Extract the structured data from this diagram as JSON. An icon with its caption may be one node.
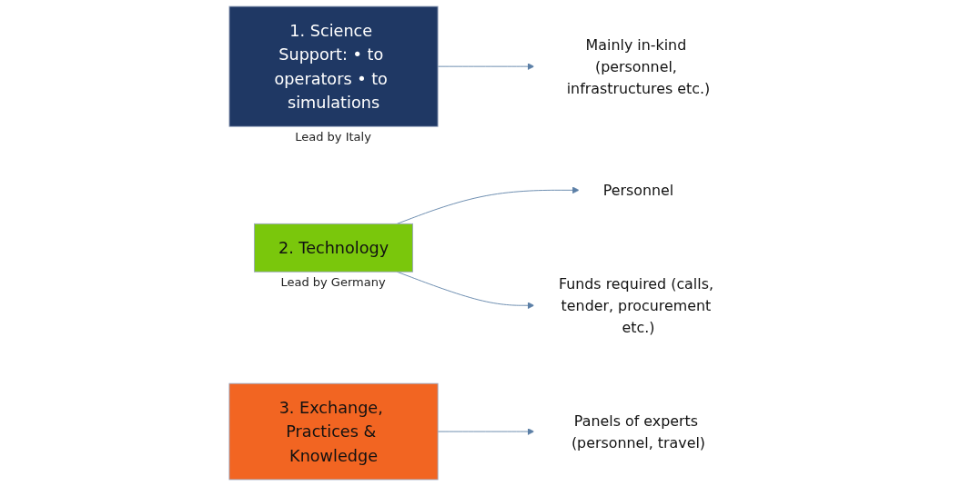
{
  "diagram": {
    "nodes": [
      {
        "text": [
          "1. Science Support: • to operators • to simulations"
        ],
        "beside": [
          "Lead by Italy"
        ]
      },
      {
        "text": [
          "Mainly in-kind (personnel, infrastructures etc.)"
        ]
      },
      {
        "text": [
          "2. Technology"
        ],
        "beside": [
          "Lead by Germany"
        ]
      },
      {
        "text": [
          "Personnel"
        ]
      },
      {
        "text": [
          "Funds required (calls, tender, procurement etc.)"
        ]
      },
      {
        "text": [
          "3. Exchange, Practices & Knowledge"
        ]
      },
      {
        "text": [
          "Panels of experts (personnel, travel)"
        ]
      }
    ],
    "edges": [
      {
        "from": 0,
        "to": 1,
        "arrow": "to"
      },
      {
        "from": 2,
        "to": 3,
        "arrow": "to"
      },
      {
        "from": 2,
        "to": 4,
        "arrow": "to"
      },
      {
        "from": 5,
        "to": 6,
        "arrow": "to"
      }
    ]
  }
}
